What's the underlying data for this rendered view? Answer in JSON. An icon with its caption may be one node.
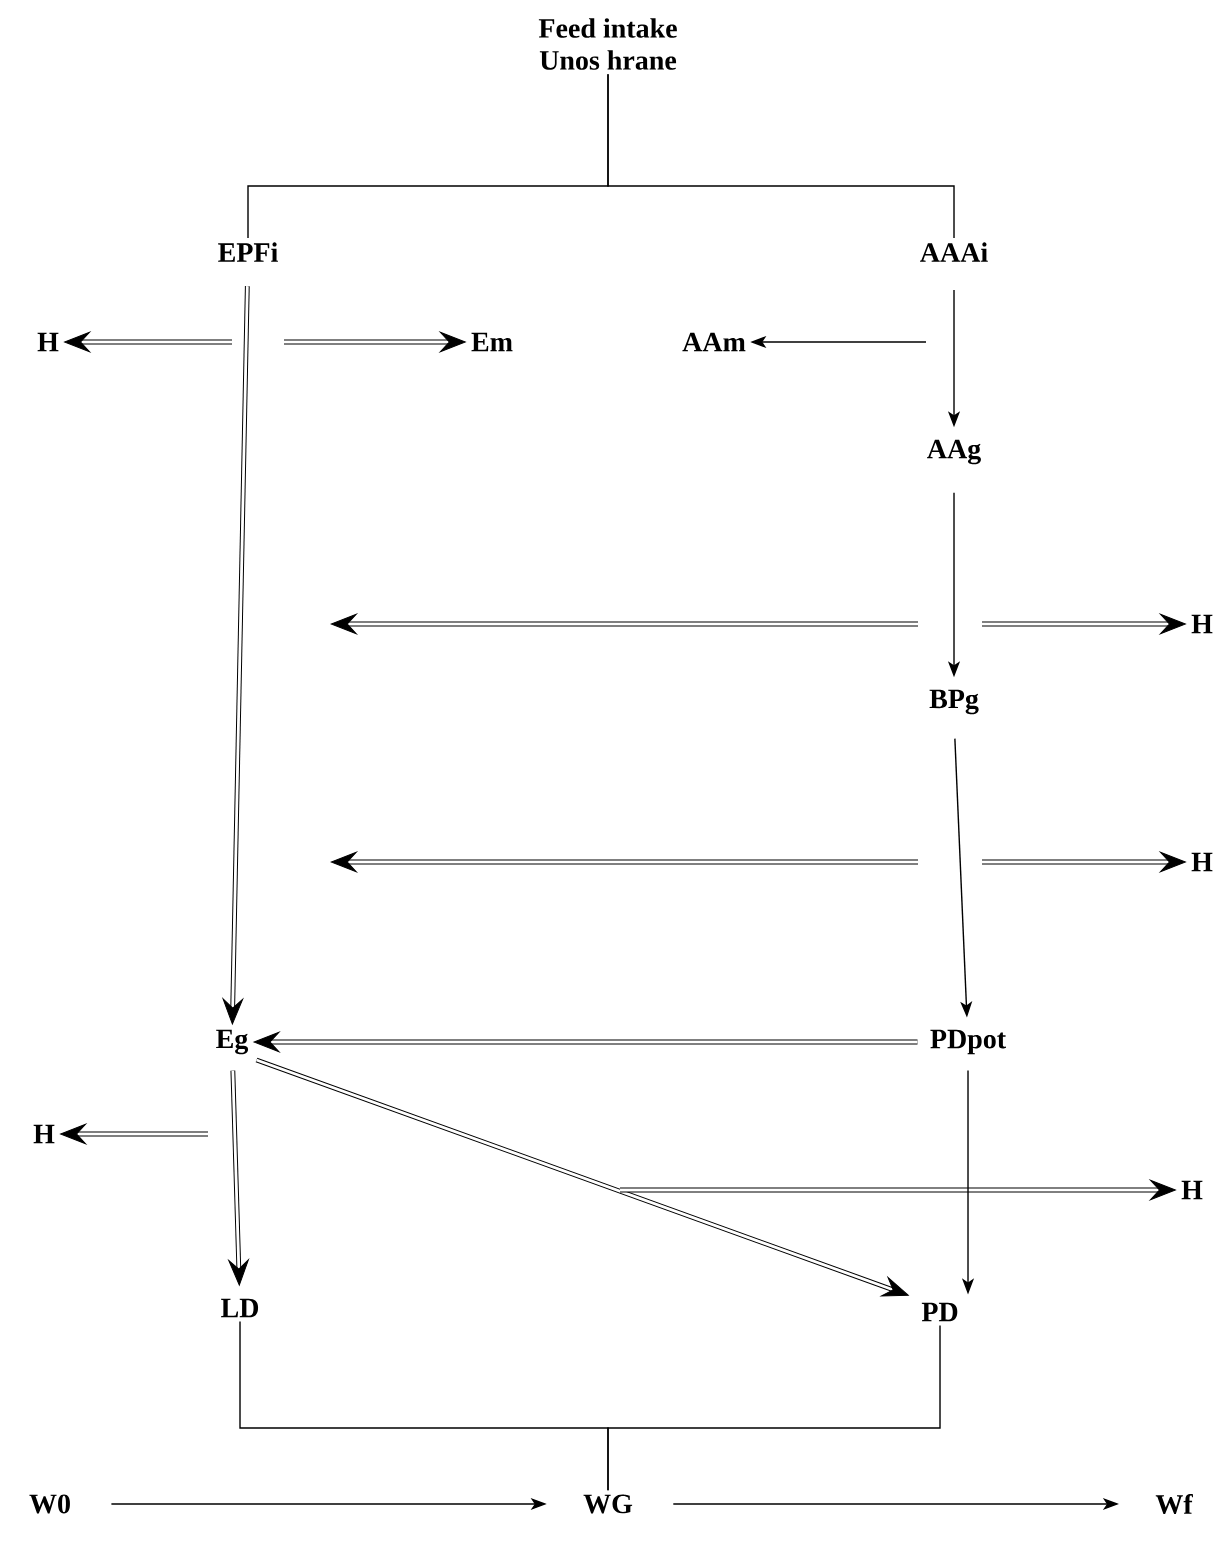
{
  "diagram": {
    "nodes": [
      {
        "text": [
          "Feed intake",
          "Unos hrane"
        ]
      },
      {
        "text": [
          "EPFi"
        ]
      },
      {
        "text": [
          "AAAi"
        ]
      },
      {
        "text": [
          "H"
        ]
      },
      {
        "text": [
          "Em"
        ]
      },
      {
        "text": [
          "AAm"
        ]
      },
      {
        "text": [
          "AAg"
        ]
      },
      {
        "text": [
          "H"
        ]
      },
      {
        "text": [
          "BPg"
        ]
      },
      {
        "text": [
          "H"
        ]
      },
      {
        "text": [
          "Eg"
        ]
      },
      {
        "text": [
          "PDpot"
        ]
      },
      {
        "text": [
          "H"
        ]
      },
      {
        "text": [
          "H"
        ]
      },
      {
        "text": [
          "LD"
        ]
      },
      {
        "text": [
          "PD"
        ]
      },
      {
        "text": [
          "WG"
        ]
      },
      {
        "text": [
          "W0"
        ]
      },
      {
        "text": [
          "Wf"
        ]
      }
    ],
    "edges": [
      {
        "from": 0,
        "to": 1,
        "arrow": "none"
      },
      {
        "from": 0,
        "to": 2,
        "arrow": "none"
      },
      {
        "from": null,
        "to": 3,
        "arrow": "to"
      },
      {
        "from": null,
        "to": 4,
        "arrow": "to"
      },
      {
        "from": 1,
        "to": 10,
        "arrow": "to"
      },
      {
        "from": 2,
        "to": 5,
        "arrow": "to"
      },
      {
        "from": 2,
        "to": 6,
        "arrow": "to"
      },
      {
        "from": 6,
        "to": null,
        "arrow": "to"
      },
      {
        "from": null,
        "to": 7,
        "arrow": "to"
      },
      {
        "from": 6,
        "to": 8,
        "arrow": "to"
      },
      {
        "from": 8,
        "to": null,
        "arrow": "to"
      },
      {
        "from": null,
        "to": 9,
        "arrow": "to"
      },
      {
        "from": 8,
        "to": 11,
        "arrow": "to"
      },
      {
        "from": 11,
        "to": 10,
        "arrow": "to"
      },
      {
        "from": null,
        "to": 12,
        "arrow": "to"
      },
      {
        "from": 10,
        "to": 14,
        "arrow": "to"
      },
      {
        "from": 10,
        "to": 15,
        "arrow": "to"
      },
      {
        "from": null,
        "to": 13,
        "arrow": "to"
      },
      {
        "from": 11,
        "to": 15,
        "arrow": "to"
      },
      {
        "from": 14,
        "to": 16,
        "arrow": "none"
      },
      {
        "from": 15,
        "to": 16,
        "arrow": "none"
      },
      {
        "from": 17,
        "to": 16,
        "arrow": "to"
      },
      {
        "from": 16,
        "to": 18,
        "arrow": "to"
      }
    ]
  }
}
